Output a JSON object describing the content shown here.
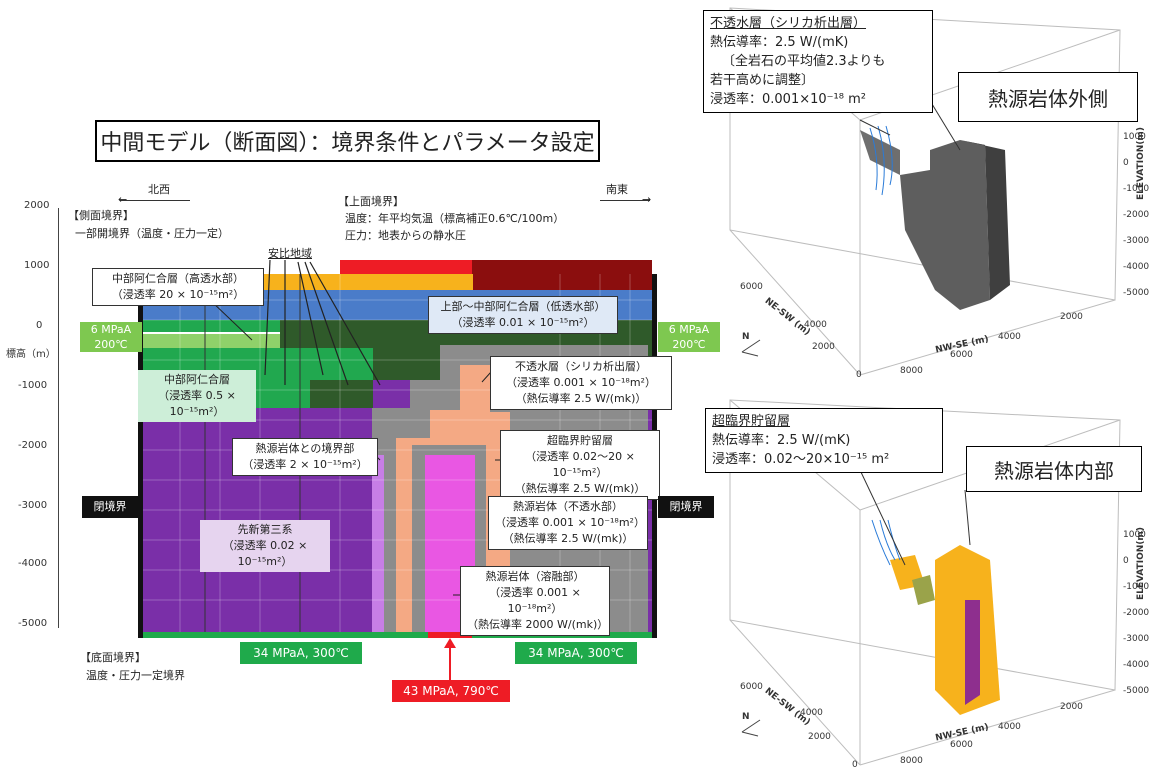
{
  "title": "中間モデル（断面図）：境界条件とパラメータ設定",
  "dir_left": "北西",
  "dir_right": "南東",
  "top_boundary": {
    "heading": "【上面境界】",
    "line1": "温度：年平均気温（標高補正0.6℃/100m）",
    "line2": "圧力：地表からの静水圧"
  },
  "side_boundary": {
    "heading": "【側面境界】",
    "line1": "一部開境界（温度・圧力一定）"
  },
  "bottom_boundary": {
    "heading": "【底面境界】",
    "line1": "温度・圧力一定境界"
  },
  "axis_label": "標高（m）",
  "y_ticks": [
    "2000",
    "1000",
    "0",
    "-1000",
    "-2000",
    "-3000",
    "-4000",
    "-5000"
  ],
  "anpi_label": "安比地域",
  "left_open": {
    "line1": "6 MPaA",
    "line2": "200℃"
  },
  "right_open": {
    "line1": "6 MPaA",
    "line2": "200℃"
  },
  "closed_left": "閉境界",
  "closed_right": "閉境界",
  "bottom_left_tag": "34 MPaA, 300℃",
  "bottom_right_tag": "34 MPaA, 300℃",
  "bottom_center_tag": "43 MPaA, 790℃",
  "layers": {
    "chubu_high": {
      "l1": "中部阿仁合層（高透水部）",
      "l2": "（浸透率 20 × 10⁻¹⁵m²）"
    },
    "upper_low": {
      "l1": "上部～中部阿仁合層（低透水部）",
      "l2": "（浸透率 0.01 × 10⁻¹⁵m²）"
    },
    "chubu": {
      "l1": "中部阿仁合層",
      "l2": "（浸透率 0.5 × 10⁻¹⁵m²）"
    },
    "impermeable": {
      "l1": "不透水層（シリカ析出層）",
      "l2": "（浸透率 0.001 × 10⁻¹⁸m²）",
      "l3": "（熱伝導率 2.5 W/(mk)）"
    },
    "boundary_zone": {
      "l1": "熱源岩体との境界部",
      "l2": "（浸透率 2 × 10⁻¹⁵m²）"
    },
    "supercritical": {
      "l1": "超臨界貯留層",
      "l2": "（浸透率 0.02～20 × 10⁻¹⁵m²）",
      "l3": "（熱伝導率 2.5 W/(mk)）"
    },
    "pre_neogene": {
      "l1": "先新第三系",
      "l2": "（浸透率 0.02 × 10⁻¹⁵m²）"
    },
    "heat_rock": {
      "l1": "熱源岩体（不透水部）",
      "l2": "（浸透率 0.001 × 10⁻¹⁸m²）",
      "l3": "（熱伝導率 2.5 W/(mk)）"
    },
    "heat_melt": {
      "l1": "熱源岩体（溶融部）",
      "l2": "（浸透率 0.001 × 10⁻¹⁸m²）",
      "l3": "（熱伝導率 2000 W/(mk)）"
    }
  },
  "top_right_box": {
    "l1": "不透水層（シリカ析出層）",
    "l2": "熱伝導率：2.5 W/(mK)",
    "l3": "〔全岩石の平均値2.3よりも",
    "l4": "若干高めに調整〕",
    "l5": "浸透率：0.001×10⁻¹⁸ m²"
  },
  "outer_label": "熱源岩体外側",
  "bottom_right_box": {
    "l1": "超臨界貯留層",
    "l2": "熱伝導率：2.5 W/(mK)",
    "l3": "浸透率：0.02～20×10⁻¹⁵ m²"
  },
  "inner_label": "熱源岩体内部",
  "plot3d": {
    "z_ticks": [
      "1000",
      "0",
      "-1000",
      "-2000",
      "-3000",
      "-4000",
      "-5000"
    ],
    "z_label": "ELEVATION(m)",
    "x_label": "NW-SE (m)",
    "y_label": "NE-SW (m)",
    "x_ticks": [
      "2000",
      "4000",
      "6000",
      "8000"
    ],
    "y_ticks": [
      "6000",
      "4000",
      "2000",
      "0"
    ],
    "north": "N"
  },
  "colors": {
    "purple": "#7a2fa8",
    "green": "#21a84f",
    "dark_green": "#2f5a2a",
    "blue": "#4a7cc9",
    "orange": "#f7b21c",
    "red": "#ee1c25",
    "maroon": "#8b0e0e",
    "gray": "#8c8c8c",
    "salmon": "#f4a984",
    "magenta": "#e957e3",
    "light_green": "#8fd16a"
  }
}
